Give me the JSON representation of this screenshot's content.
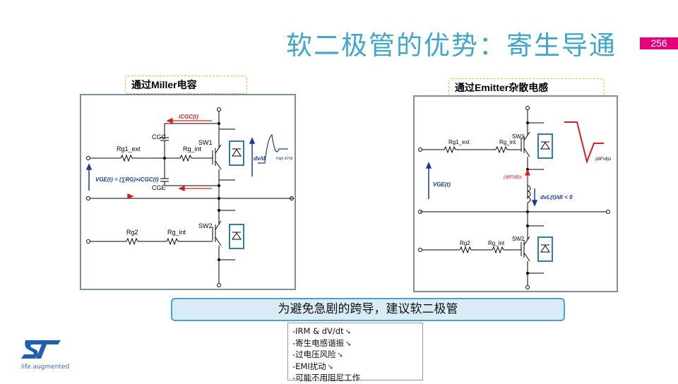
{
  "slide": {
    "title": "软二极管的优势：寄生导通",
    "page_number": "256"
  },
  "left_panel": {
    "note": "通过Miller电容",
    "labels": {
      "icgc": "iCGC(t)",
      "cgc": "CGC",
      "sw1": "SW1",
      "rg1_ext": "Rg1_ext",
      "rg_int_top": "Rg_int",
      "dvdt": "dv/d",
      "high_dvdt": "High dV/dt",
      "vge_eq": "VGE(t) = (∑RG)×iCGC(t)",
      "cge": "CGE",
      "sw2": "SW2",
      "rg2": "Rg2",
      "rg_int_bottom": "Rg_int"
    }
  },
  "right_panel": {
    "note": "通过Emitter杂散电感",
    "labels": {
      "sw1": "SW1",
      "rg1_ext": "Rg1_ext",
      "rg_int_top": "Rg_int",
      "vge": "VGE(t)",
      "dif_dt": "(dIF/dt)s",
      "dvl_dt": "dvL(t)/dt < 0",
      "dif_dt_wave": "(dIF/dt)s",
      "sw2": "SW2",
      "rg2": "Rg2",
      "rg_int_bottom": "Rg_int"
    }
  },
  "banner": {
    "text": "为避免急剧的跨导，建议软二极管"
  },
  "bullets": [
    "-IRM & dV/dt",
    "-寄生电感谐振",
    "-过电压风险",
    "-EMI扰动",
    "-可能不用阻尼工作"
  ],
  "logo": {
    "tagline": "life.augmented",
    "mark": "ST"
  },
  "colors": {
    "title": "#3fa7c9",
    "accent_pink": "#e6007e",
    "wire": "#000000",
    "red": "#d42020",
    "blue": "#1a3a9a",
    "diode_box": "#2f7fa8"
  }
}
